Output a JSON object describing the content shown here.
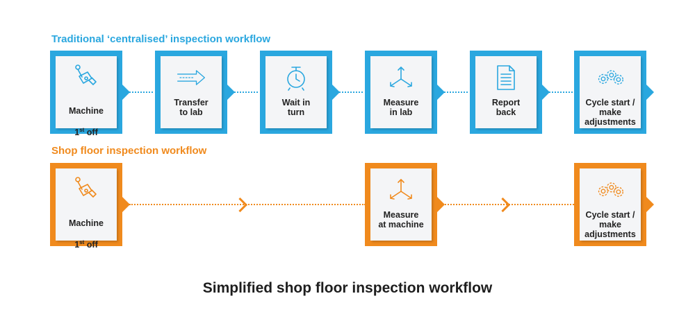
{
  "colors": {
    "traditional": "#2aa7df",
    "shop_floor": "#f08a1d"
  },
  "traditional": {
    "title": "Traditional ‘centralised’ inspection workflow",
    "steps": [
      {
        "line1": "Machine",
        "line2_main": "1",
        "line2_sup": "st",
        "line2_rest": " off",
        "icon": "robot-arm-icon"
      },
      {
        "label": "Transfer\nto lab",
        "icon": "arrow-right-icon"
      },
      {
        "label": "Wait in\nturn",
        "icon": "alarm-clock-icon"
      },
      {
        "label": "Measure\nin lab",
        "icon": "3d-axes-icon"
      },
      {
        "label": "Report\nback",
        "icon": "document-icon"
      },
      {
        "label": "Cycle start /\nmake\nadjustments",
        "icon": "gears-icon"
      }
    ]
  },
  "shop_floor": {
    "title": "Shop floor inspection workflow",
    "steps": [
      {
        "line1": "Machine",
        "line2_main": "1",
        "line2_sup": "st",
        "line2_rest": " off",
        "icon": "robot-arm-icon"
      },
      {
        "label": "Measure\nat machine",
        "icon": "3d-axes-icon"
      },
      {
        "label": "Cycle start /\nmake\nadjustments",
        "icon": "gears-icon"
      }
    ]
  },
  "footer": {
    "title": "Simplified shop floor inspection workflow"
  }
}
